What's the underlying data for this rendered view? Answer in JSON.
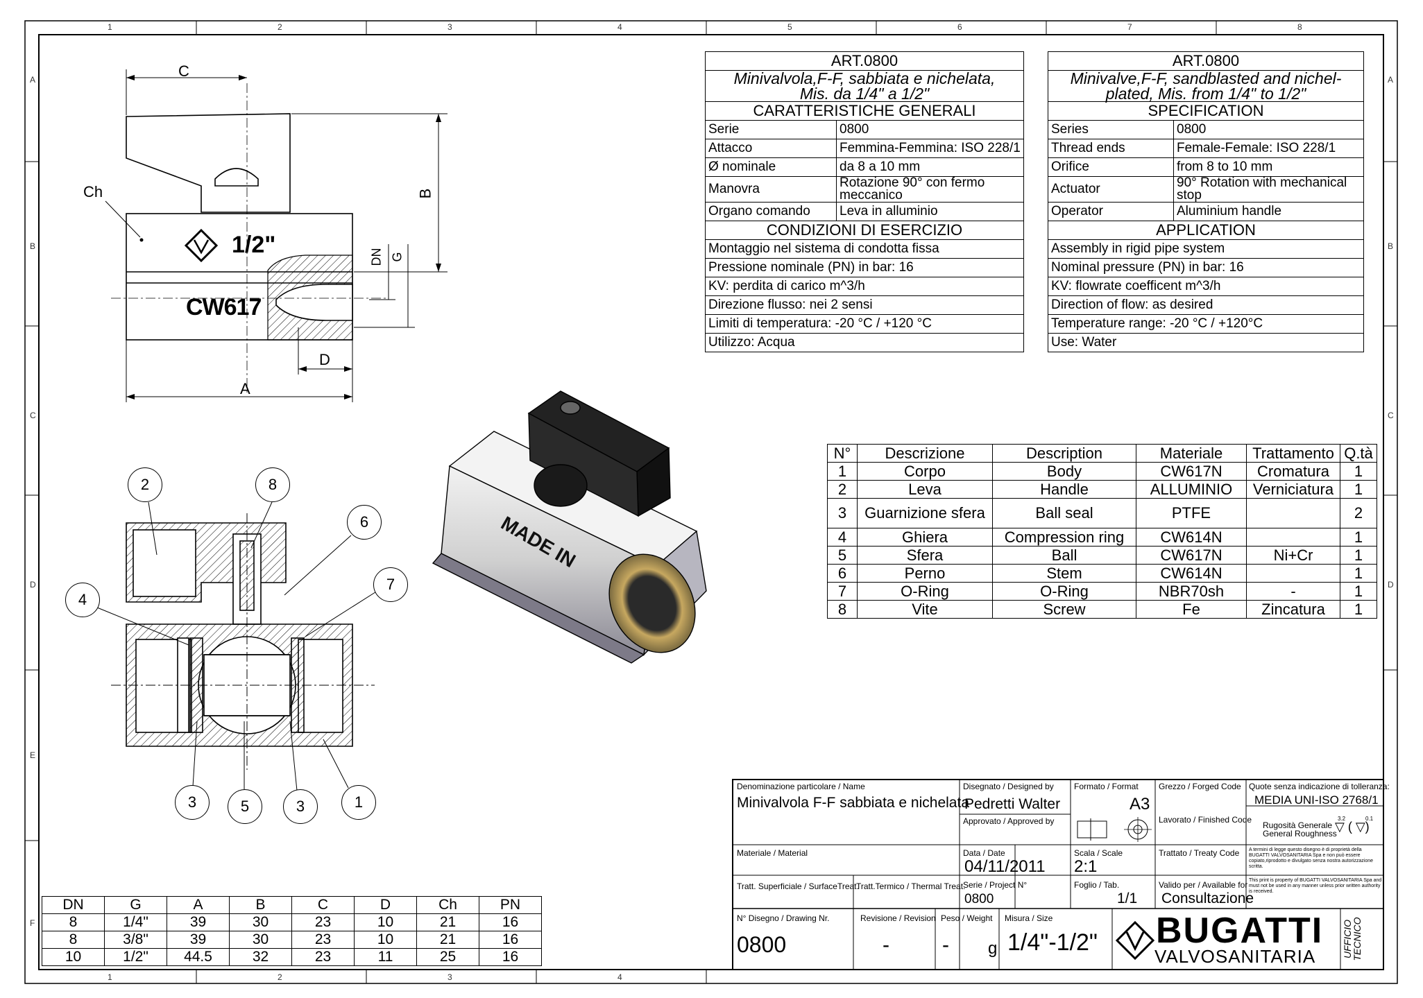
{
  "frame": {
    "cols": [
      "1",
      "2",
      "3",
      "4",
      "5",
      "6",
      "7",
      "8"
    ],
    "rows": [
      "A",
      "B",
      "C",
      "D",
      "E",
      "F"
    ],
    "bottom_cols": [
      "1",
      "2",
      "3",
      "4"
    ]
  },
  "spec_it": {
    "art": "ART.0800",
    "desc_line1": "Minivalvola,F-F, sabbiata e nichelata,",
    "desc_line2": "Mis. da 1/4\" a 1/2\"",
    "general_header": "CARATTERISTICHE GENERALI",
    "rows": [
      [
        "Serie",
        "0800"
      ],
      [
        "Attacco",
        "Femmina-Femmina: ISO 228/1"
      ],
      [
        "Ø nominale",
        "da 8 a 10 mm"
      ],
      [
        "Manovra",
        "Rotazione 90° con fermo meccanico"
      ],
      [
        "Organo comando",
        "Leva in alluminio"
      ]
    ],
    "service_header": "CONDIZIONI DI ESERCIZIO",
    "service_rows": [
      "Montaggio nel sistema di condotta fissa",
      "Pressione nominale (PN) in bar: 16",
      "KV: perdita di carico m^3/h",
      "Direzione flusso: nei 2 sensi",
      "Limiti di temperatura:  -20 °C / +120 °C",
      "Utilizzo: Acqua"
    ]
  },
  "spec_en": {
    "art": "ART.0800",
    "desc_line1": "Minivalve,F-F, sandblasted and nichel-",
    "desc_line2": "plated, Mis. from 1/4\" to 1/2\"",
    "general_header": "SPECIFICATION",
    "rows": [
      [
        "Series",
        "0800"
      ],
      [
        "Thread ends",
        "Female-Female: ISO 228/1"
      ],
      [
        "Orifice",
        "from 8 to 10 mm"
      ],
      [
        "Actuator",
        "90° Rotation with mechanical stop"
      ],
      [
        "Operator",
        "Aluminium handle"
      ]
    ],
    "service_header": "APPLICATION",
    "service_rows": [
      "Assembly in rigid pipe system",
      "Nominal pressure (PN) in bar: 16",
      "KV: flowrate coefficent m^3/h",
      "Direction of flow: as desired",
      "Temperature range: -20 °C  /  +120°C",
      "Use: Water"
    ]
  },
  "bom": {
    "headers": [
      "N°",
      "Descrizione",
      "Description",
      "Materiale",
      "Trattamento",
      "Q.tà"
    ],
    "rows": [
      [
        "1",
        "Corpo",
        "Body",
        "CW617N",
        "Cromatura",
        "1"
      ],
      [
        "2",
        "Leva",
        "Handle",
        "ALLUMINIO",
        "Verniciatura",
        "1"
      ],
      [
        "3",
        "Guarnizione sfera",
        "Ball seal",
        "PTFE",
        "",
        "2"
      ],
      [
        "4",
        "Ghiera",
        "Compression ring",
        "CW614N",
        "",
        "1"
      ],
      [
        "5",
        "Sfera",
        "Ball",
        "CW617N",
        "Ni+Cr",
        "1"
      ],
      [
        "6",
        "Perno",
        "Stem",
        "CW614N",
        "",
        "1"
      ],
      [
        "7",
        "O-Ring",
        "O-Ring",
        "NBR70sh",
        "-",
        "1"
      ],
      [
        "8",
        "Vite",
        "Screw",
        "Fe",
        "Zincatura",
        "1"
      ]
    ]
  },
  "dims": {
    "headers": [
      "DN",
      "G",
      "A",
      "B",
      "C",
      "D",
      "Ch",
      "PN"
    ],
    "rows": [
      [
        "8",
        "1/4\"",
        "39",
        "30",
        "23",
        "10",
        "21",
        "16"
      ],
      [
        "8",
        "3/8\"",
        "39",
        "30",
        "23",
        "10",
        "21",
        "16"
      ],
      [
        "10",
        "1/2\"",
        "44.5",
        "32",
        "23",
        "11",
        "25",
        "16"
      ]
    ]
  },
  "side_view": {
    "labels": {
      "c": "C",
      "b": "B",
      "ch": "Ch",
      "dn": "DN",
      "g": "G",
      "d": "D",
      "a": "A"
    },
    "size_mark": "1/2\"",
    "material_mark": "CW617"
  },
  "section": {
    "balloons": [
      "2",
      "8",
      "6",
      "7",
      "4",
      "3",
      "5",
      "3",
      "1"
    ]
  },
  "iso_view": {
    "mark": "MADE IN"
  },
  "title_block": {
    "name_lbl": "Denominazione particolare / Name",
    "name": "Minivalvola F-F sabbiata e nichelata",
    "designed_lbl": "Disegnato / Designed by",
    "designed": "Pedretti Walter",
    "approved_lbl": "Approvato / Approved by",
    "format_lbl": "Formato / Format",
    "format": "A3",
    "forged_lbl": "Grezzo / Forged Code",
    "finished_lbl": "Lavorato / Finished Code",
    "treaty_lbl": "Trattato / Treaty Code",
    "tolerance_lbl": "Quote senza indicazione di tolleranza:",
    "tolerance": "MEDIA UNI-ISO 2768/1",
    "roughness_it": "Rugosità Generale",
    "roughness_en": "General Roughness",
    "roughness_mark": "3.2",
    "roughness_mark2": "0.1",
    "material_lbl": "Materiale / Material",
    "date_lbl": "Data / Date",
    "date": "04/11/2011",
    "scale_lbl": "Scala / Scale",
    "scale": "2:1",
    "legal_it": "A termini di legge questo disegno è di proprietà della BUGATTI VALVOSANITARIA Spa e non può essere copiato,riprodotto e divulgato senza nostra autorizzazione scritta.",
    "surface_lbl": "Tratt. Superficiale / SurfaceTreat.",
    "thermal_lbl": "Tratt.Termico / Thermal Treat.",
    "project_lbl": "Serie / Project N°",
    "project": "0800",
    "sheet_lbl": "Foglio / Tab.",
    "sheet": "1/1",
    "valid_lbl": "Valido per / Available for",
    "valid": "Consultazione",
    "legal_en": "This print is property of BUGATTI VALVOSANITARIA Spa and must not be used in any manner unless prior written authority is received.",
    "drawing_lbl": "N° Disegno / Drawing Nr.",
    "drawing": "0800",
    "revision_lbl": "Revisione / Revision",
    "revision": "-",
    "weight_lbl": "Peso / Weight",
    "weight": "-",
    "weight_unit": "g",
    "size_lbl": "Misura / Size",
    "size": "1/4\"-1/2\"",
    "brand": "BUGATTI",
    "brand_sub": "VALVOSANITARIA",
    "office": "UFFICIO TECNICO"
  }
}
